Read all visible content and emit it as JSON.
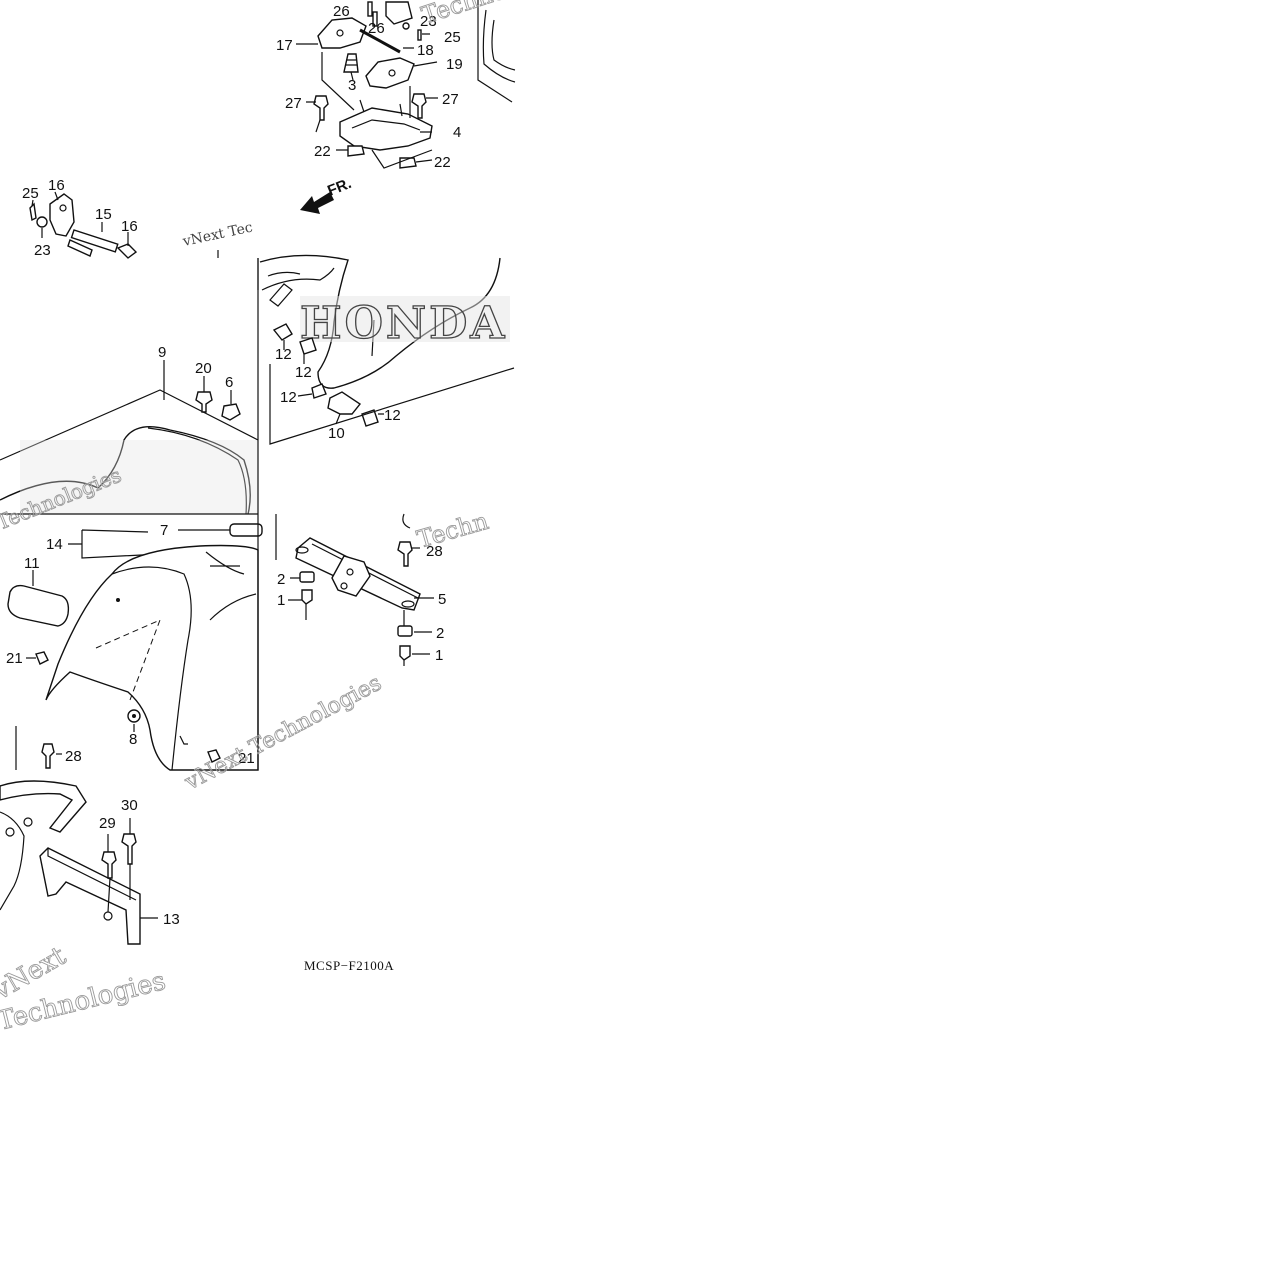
{
  "diagram_code": "MCSP−F2100A",
  "direction_marker": "FR.",
  "brand_text": "HONDA",
  "watermark_texts": [
    "vNext Technologies",
    "Technologies",
    "Techno",
    "vNext Tec",
    "Technologies",
    "vNext",
    "Techn"
  ],
  "callouts": {
    "c26a": "26",
    "c23a": "23",
    "c25a": "25",
    "c17": "17",
    "c26b": "26",
    "c18": "18",
    "c3": "3",
    "c19": "19",
    "c27a": "27",
    "c27b": "27",
    "c4": "4",
    "c22a": "22",
    "c22b": "22",
    "c25b": "25",
    "c16a": "16",
    "c15": "15",
    "c16b": "16",
    "c23b": "23",
    "c12a": "12",
    "c12b": "12",
    "c12c": "12",
    "c12d": "12",
    "c10": "10",
    "c9": "9",
    "c20": "20",
    "c6": "6",
    "c7": "7",
    "c14": "14",
    "c11": "11",
    "c21a": "21",
    "c8": "8",
    "c28a": "28",
    "c21b": "21",
    "c28b": "28",
    "c2a": "2",
    "c1a": "1",
    "c5": "5",
    "c2b": "2",
    "c1b": "1",
    "c30": "30",
    "c29": "29",
    "c13": "13"
  }
}
